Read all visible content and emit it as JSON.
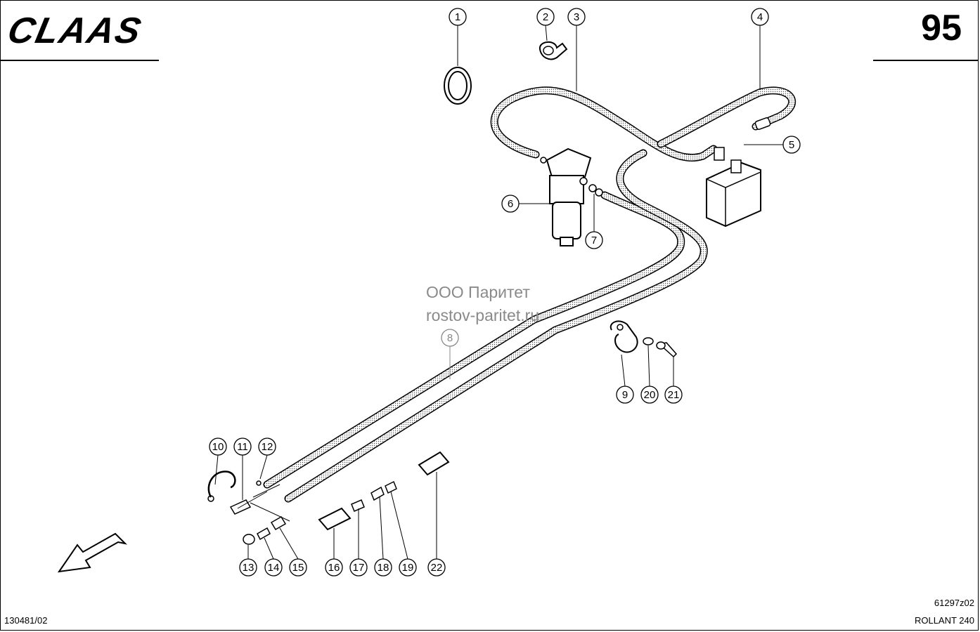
{
  "header": {
    "brand": "CLAAS",
    "page_number": "95"
  },
  "watermark": {
    "line1": "ООО Паритет",
    "line2": "rostov-paritet.ru"
  },
  "footer": {
    "document_number": "130481/02",
    "drawing_number": "61297z02",
    "model": "ROLLANT 240"
  },
  "callouts": [
    "1",
    "2",
    "3",
    "4",
    "5",
    "6",
    "7",
    "8",
    "9",
    "10",
    "11",
    "12",
    "13",
    "14",
    "15",
    "16",
    "17",
    "18",
    "19",
    "20",
    "21",
    "22"
  ]
}
